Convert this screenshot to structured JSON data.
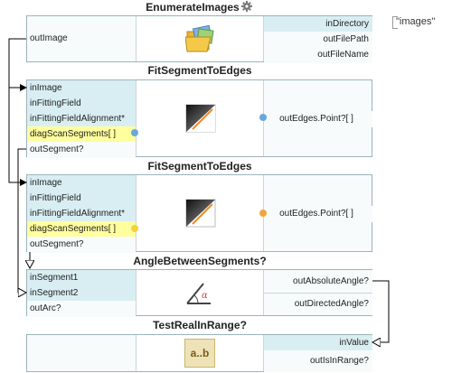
{
  "colors": {
    "port_fill": "#d9eef2",
    "diag_fill": "#ffff9e",
    "block_border": "#9bb4bb",
    "wire": "#000000"
  },
  "constant": {
    "value": "\"images\""
  },
  "blocks": [
    {
      "title": "EnumerateImages",
      "icon": "folder-images-icon",
      "inputs": [
        {
          "label": "outImage"
        }
      ],
      "outputs": [
        {
          "label": "inDirectory"
        },
        {
          "label": "outFilePath"
        },
        {
          "label": "outFileName"
        }
      ]
    },
    {
      "title": "FitSegmentToEdges",
      "icon": "fit-segment-icon",
      "inputs": [
        {
          "label": "inImage"
        },
        {
          "label": "inFittingField"
        },
        {
          "label": "inFittingFieldAlignment*"
        },
        {
          "label": "diagScanSegments[ ]"
        },
        {
          "label": "outSegment?"
        }
      ],
      "outputs": [
        {
          "label": "outEdges.Point?[ ]"
        }
      ]
    },
    {
      "title": "FitSegmentToEdges",
      "icon": "fit-segment-icon",
      "inputs": [
        {
          "label": "inImage"
        },
        {
          "label": "inFittingField"
        },
        {
          "label": "inFittingFieldAlignment*"
        },
        {
          "label": "diagScanSegments[ ]"
        },
        {
          "label": "outSegment?"
        }
      ],
      "outputs": [
        {
          "label": "outEdges.Point?[ ]"
        }
      ]
    },
    {
      "title": "AngleBetweenSegments?",
      "icon": "angle-icon",
      "inputs": [
        {
          "label": "inSegment1"
        },
        {
          "label": "inSegment2"
        },
        {
          "label": "outArc?"
        }
      ],
      "outputs": [
        {
          "label": "outAbsoluteAngle?"
        },
        {
          "label": "outDirectedAngle?"
        }
      ]
    },
    {
      "title": "TestRealInRange?",
      "icon": "range-ab-icon",
      "icon_text": "a..b",
      "inputs": [],
      "outputs": [
        {
          "label": "inValue"
        },
        {
          "label": "outIsInRange?"
        }
      ]
    }
  ]
}
